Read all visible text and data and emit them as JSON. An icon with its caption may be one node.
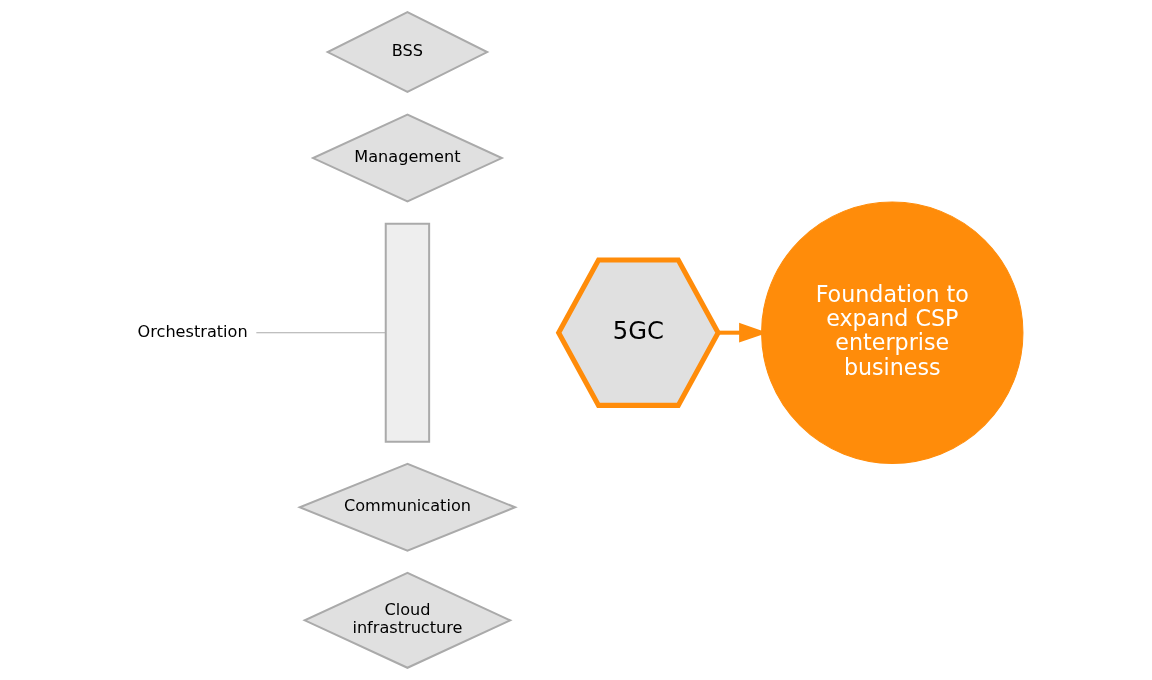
{
  "diagram": {
    "nodes": [
      {
        "text": [
          "BSS"
        ]
      },
      {
        "text": [
          "Management"
        ]
      },
      {
        "text": [
          "Orchestration"
        ]
      },
      {
        "text": [],
        "shape": "band"
      },
      {
        "text": [
          "5GC"
        ]
      },
      {
        "text": [
          "Foundation to expand CSP enterprise business"
        ]
      },
      {
        "text": [
          "Communication"
        ]
      },
      {
        "text": [
          "Cloud infrastructure"
        ]
      }
    ],
    "edges": [
      {
        "from": 2,
        "to": 3,
        "arrow": "none",
        "color": "#aaaaaa"
      },
      {
        "from": 4,
        "to": 5,
        "arrow": "to",
        "style": "thick",
        "color": "#ff8c0a"
      }
    ]
  }
}
